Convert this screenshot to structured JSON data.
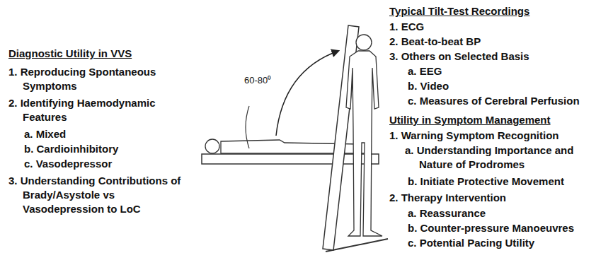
{
  "diagram": {
    "labels": [
      "Diagnostic Utility in VVS",
      "1. Reproducing Spontaneous Symptoms",
      "2. Identifying Haemodynamic Features",
      "a. Mixed",
      "b. Cardioinhibitory",
      "c. Vasodepressor",
      "3. Understanding Contributions of Brady/Asystole vs Vasodepression to LoC",
      "Typical Tilt-Test Recordings",
      "1. ECG",
      "2. Beat-to-beat BP",
      "3. Others on Selected Basis",
      "a. EEG",
      "b. Video",
      "c. Measures of Cerebral Perfusion",
      "Utility in Symptom Management",
      "1. Warning Symptom Recognition",
      "a. Understanding Importance and Nature of Prodromes",
      "b. Initiate Protective Movement",
      "2. Therapy Intervention",
      "a. Reassurance",
      "b. Counter-pressure Manoeuvres",
      "c. Potential Pacing Utility",
      "60-80⁰"
    ]
  }
}
